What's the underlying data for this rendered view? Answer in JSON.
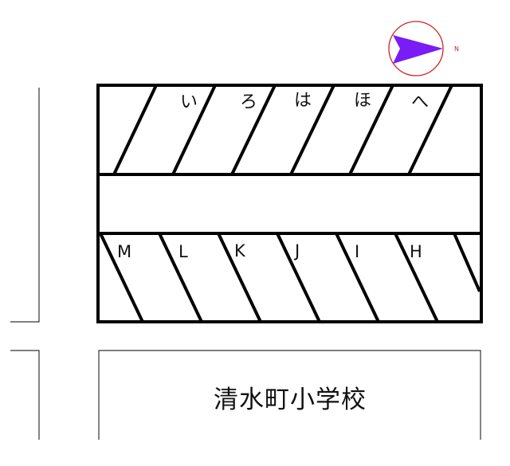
{
  "compass": {
    "label": "N",
    "circle_color": "#d42020",
    "arrow_color": "#7a1cf5",
    "direction": "right"
  },
  "parking": {
    "top_row": [
      {
        "label": "い"
      },
      {
        "label": "ろ"
      },
      {
        "label": "は"
      },
      {
        "label": "ほ"
      },
      {
        "label": "へ"
      }
    ],
    "bottom_row": [
      {
        "label": "M"
      },
      {
        "label": "L"
      },
      {
        "label": "K"
      },
      {
        "label": "J"
      },
      {
        "label": "I"
      },
      {
        "label": "H"
      }
    ]
  },
  "landmark": {
    "name": "清水町小学校"
  }
}
